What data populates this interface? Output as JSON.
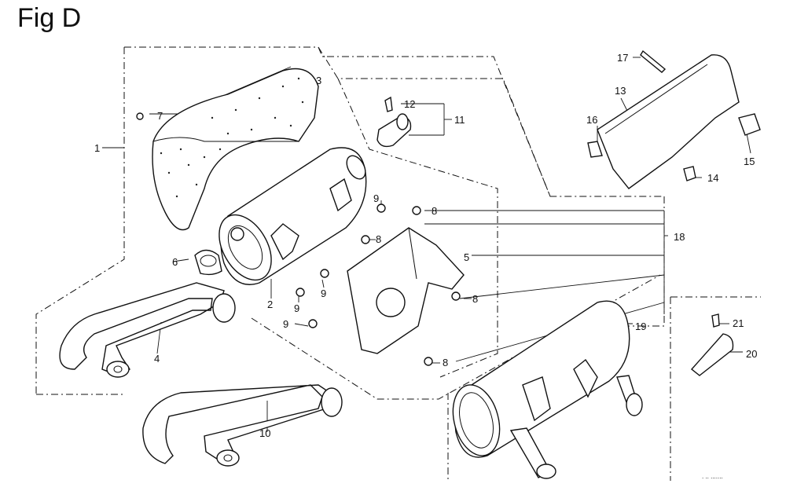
{
  "figure": {
    "title": "Fig D",
    "footer_code": ". .. .......",
    "parts": [
      {
        "key": "p1",
        "label": "1"
      },
      {
        "key": "p2",
        "label": "2"
      },
      {
        "key": "p3",
        "label": "3"
      },
      {
        "key": "p4",
        "label": "4"
      },
      {
        "key": "p5",
        "label": "5"
      },
      {
        "key": "p6",
        "label": "6"
      },
      {
        "key": "p7",
        "label": "7"
      },
      {
        "key": "p8a",
        "label": "8"
      },
      {
        "key": "p8b",
        "label": "8"
      },
      {
        "key": "p8c",
        "label": "8"
      },
      {
        "key": "p8d",
        "label": "8"
      },
      {
        "key": "p9a",
        "label": "9"
      },
      {
        "key": "p9b",
        "label": "9"
      },
      {
        "key": "p9c",
        "label": "9"
      },
      {
        "key": "p9d",
        "label": "9"
      },
      {
        "key": "p10",
        "label": "10"
      },
      {
        "key": "p11",
        "label": "11"
      },
      {
        "key": "p12",
        "label": "12"
      },
      {
        "key": "p13",
        "label": "13"
      },
      {
        "key": "p14",
        "label": "14"
      },
      {
        "key": "p15",
        "label": "15"
      },
      {
        "key": "p16",
        "label": "16"
      },
      {
        "key": "p17",
        "label": "17"
      },
      {
        "key": "p18",
        "label": "18"
      },
      {
        "key": "p19",
        "label": "19"
      },
      {
        "key": "p20",
        "label": "20"
      },
      {
        "key": "p21",
        "label": "21"
      }
    ]
  }
}
